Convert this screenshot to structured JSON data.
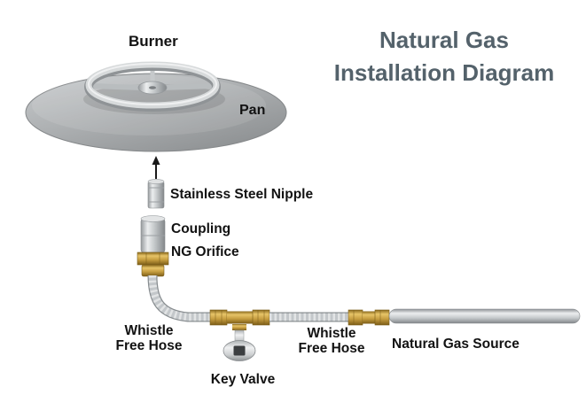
{
  "title": {
    "line1": "Natural Gas",
    "line2": "Installation Diagram"
  },
  "labels": {
    "burner": "Burner",
    "pan": "Pan",
    "stainless_steel_nipple": "Stainless Steel Nipple",
    "coupling": "Coupling",
    "ng_orifice": "NG Orifice",
    "whistle_free_hose": {
      "line1": "Whistle",
      "line2": "Free Hose"
    },
    "key_valve": "Key Valve",
    "natural_gas_source": "Natural Gas Source"
  },
  "colors": {
    "background": "#ffffff",
    "title_text": "#54626b",
    "label_text": "#121212",
    "brass": "#c59d3f",
    "steel": "#c6cacc",
    "pan_gray": "#aeb1b3"
  }
}
